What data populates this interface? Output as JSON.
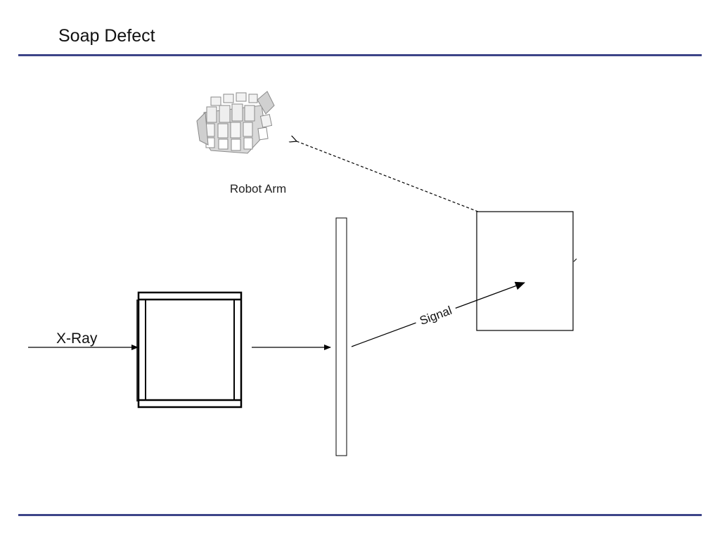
{
  "slide": {
    "title": "Soap Defect"
  },
  "diagram": {
    "labels": {
      "xray": "X-Ray",
      "signal": "Signal",
      "robot_arm": "Robot Arm"
    },
    "icons": {
      "robot_hand": "robot-hand-icon"
    }
  },
  "colors": {
    "rule": "#3d4488",
    "stroke": "#000000",
    "hand_fill": "#e6e6e6",
    "hand_stroke": "#8a8a8a"
  }
}
